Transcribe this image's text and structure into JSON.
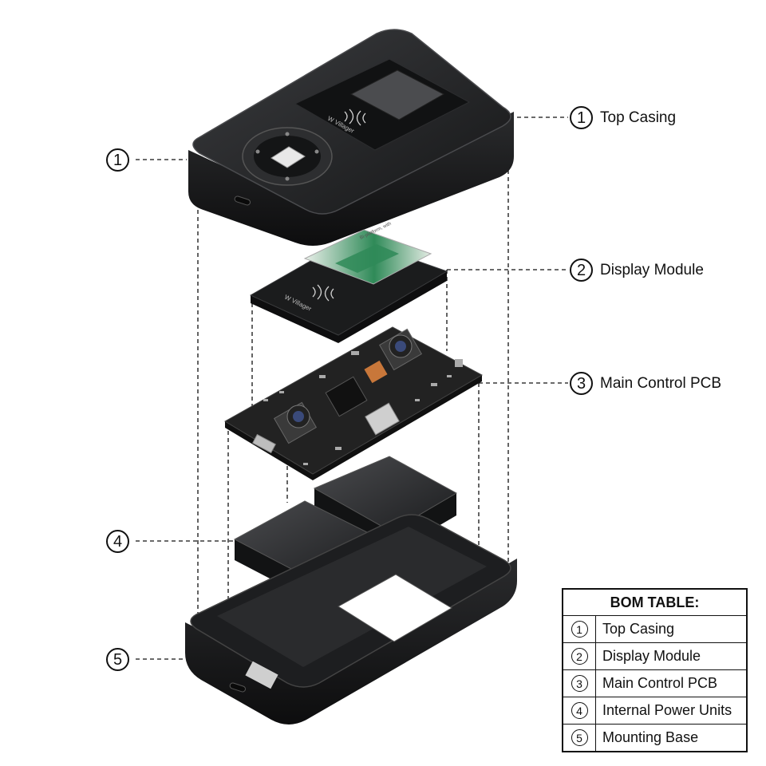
{
  "callouts": [
    {
      "id": "top-casing-right",
      "number": "1",
      "text": "Top Casing"
    },
    {
      "id": "top-casing-left",
      "number": "1",
      "text": ""
    },
    {
      "id": "display-module",
      "number": "2",
      "text": "Display Module"
    },
    {
      "id": "main-pcb",
      "number": "3",
      "text": "Main Control PCB"
    },
    {
      "id": "power-units",
      "number": "4",
      "text": ""
    },
    {
      "id": "mounting-base",
      "number": "5",
      "text": ""
    }
  ],
  "bom": {
    "title": "BOM TABLE:",
    "rows": [
      {
        "number": "1",
        "name": "Top Casing"
      },
      {
        "number": "2",
        "name": "Display Module"
      },
      {
        "number": "3",
        "name": "Main Control PCB"
      },
      {
        "number": "4",
        "name": "Internal Power Units"
      },
      {
        "number": "5",
        "name": "Mounting Base"
      }
    ]
  },
  "device": {
    "brand_text": "W Villager",
    "screen_text": "Bi-platform, with"
  },
  "colors": {
    "casing": "#1e1f21",
    "casing_edge": "#3a3b3e",
    "pcb": "#202020",
    "screen_green": "#2f8a58",
    "battery": "#2a2b2d",
    "line": "#111111"
  }
}
